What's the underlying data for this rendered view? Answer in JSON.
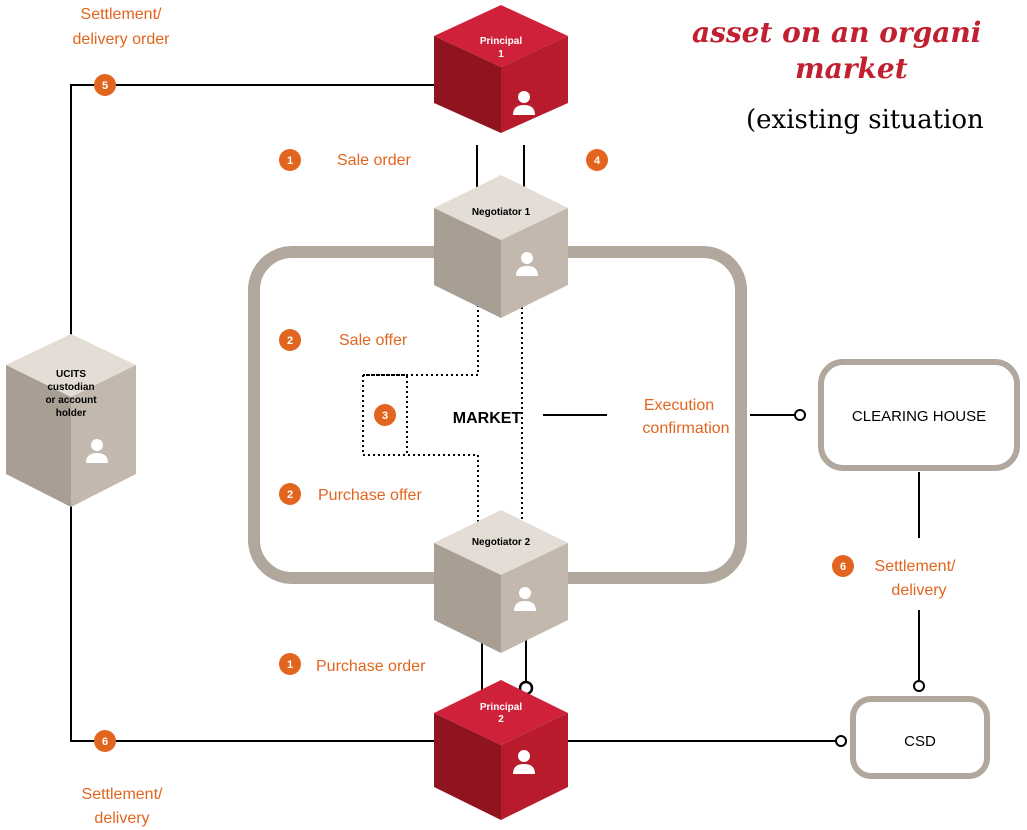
{
  "title": {
    "line1": "asset on an organi",
    "line2": "market",
    "line3": "(existing situation"
  },
  "nodes": {
    "principal1": {
      "line1": "Principal",
      "line2": "1"
    },
    "principal2": {
      "line1": "Principal",
      "line2": "2"
    },
    "negotiator1": "Negotiator 1",
    "negotiator2": "Negotiator 2",
    "ucits": {
      "line1": "UCITS",
      "line2": "custodian",
      "line3": "or account",
      "line4": "holder"
    },
    "market": "MARKET",
    "clearing_house": "CLEARING HOUSE",
    "csd": "CSD"
  },
  "labels": {
    "settlement_delivery_order": {
      "line1": "Settlement/",
      "line2": "delivery order"
    },
    "sale_order": "Sale order",
    "sale_offer": "Sale offer",
    "purchase_offer": "Purchase offer",
    "purchase_order": "Purchase order",
    "execution_confirmation": {
      "line1": "Execution",
      "line2": "confirmation"
    },
    "settlement_delivery_right": {
      "line1": "Settlement/",
      "line2": "delivery"
    },
    "settlement_delivery_bottom": {
      "line1": "Settlement/",
      "line2": "delivery"
    }
  },
  "badges": {
    "b5": "5",
    "b1_top": "1",
    "b4": "4",
    "b2_top": "2",
    "b3": "3",
    "b2_bottom": "2",
    "b1_bottom": "1",
    "b6_left": "6",
    "b6_right": "6"
  },
  "colors": {
    "accent_orange": "#e2651f",
    "principal_red": "#c41e2f",
    "negotiator_grey": "#b9aea4",
    "frame_grey": "#b1a79c"
  }
}
